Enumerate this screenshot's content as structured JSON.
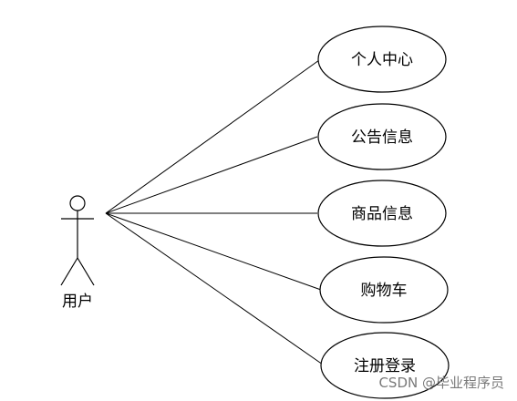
{
  "actor": {
    "label": "用户"
  },
  "use_cases": [
    {
      "id": "personal-center",
      "label": "个人中心"
    },
    {
      "id": "announcements",
      "label": "公告信息"
    },
    {
      "id": "products",
      "label": "商品信息"
    },
    {
      "id": "shopping-cart",
      "label": "购物车"
    },
    {
      "id": "register-login",
      "label": "注册登录"
    }
  ],
  "watermark": "CSDN @毕业程序员"
}
